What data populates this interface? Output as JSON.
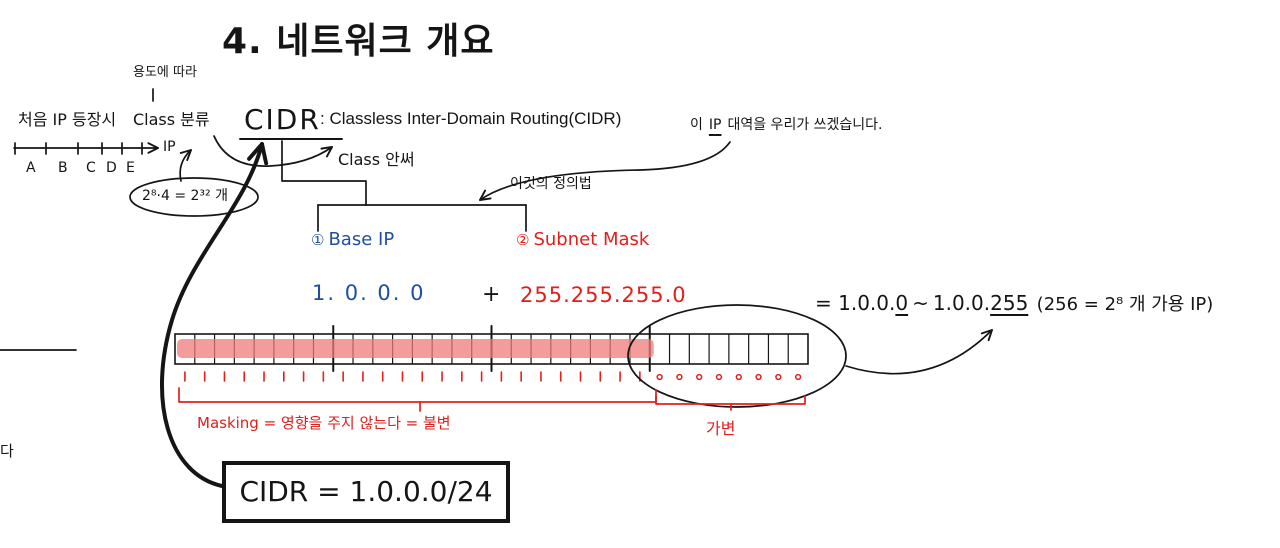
{
  "title": "4. 네트워크 개요",
  "history": {
    "purpose_note": "용도에 따라",
    "first_ip_label": "처음 IP 등장시",
    "class_label": "Class 분류",
    "ip_axis_label": "IP",
    "classes": [
      "A",
      "B",
      "C",
      "D",
      "E"
    ],
    "address_count": "2⁸·4 = 2³² 개"
  },
  "cidr": {
    "term": "CIDR",
    "definition": ": Classless Inter-Domain Routing(CIDR)",
    "no_class_note": "Class 안써",
    "meaning_note": {
      "before": "이",
      "underlined": "IP",
      "after": "대역을 우리가 쓰겠습니다."
    },
    "definition_method": "이것의 정의법",
    "components": [
      {
        "marker": "①",
        "label": "Base IP"
      },
      {
        "marker": "②",
        "label": "Subnet Mask"
      }
    ],
    "base_ip_value": "1. 0. 0. 0",
    "plus": "+",
    "subnet_mask_value": "255.255.255.0",
    "range": {
      "equals": "=",
      "start_prefix": "1.0.0.",
      "start_octet": "0",
      "tilde": "~",
      "end_prefix": "1.0.0.",
      "end_octet": "255",
      "note": "(256 = 2⁸ 개 가용 IP)"
    },
    "masking_note": "Masking = 영향을 주지 않는다 = 불변",
    "variable_note": "가변",
    "notation": "CIDR = 1.0.0.0/24"
  },
  "bits": {
    "total": 32,
    "masked": 24
  },
  "edge_fragment": "다",
  "colors": {
    "ink": "#151515",
    "red": "#e0201c",
    "blue": "#1f4f9d",
    "mask_highlight": "#f07b7b"
  }
}
